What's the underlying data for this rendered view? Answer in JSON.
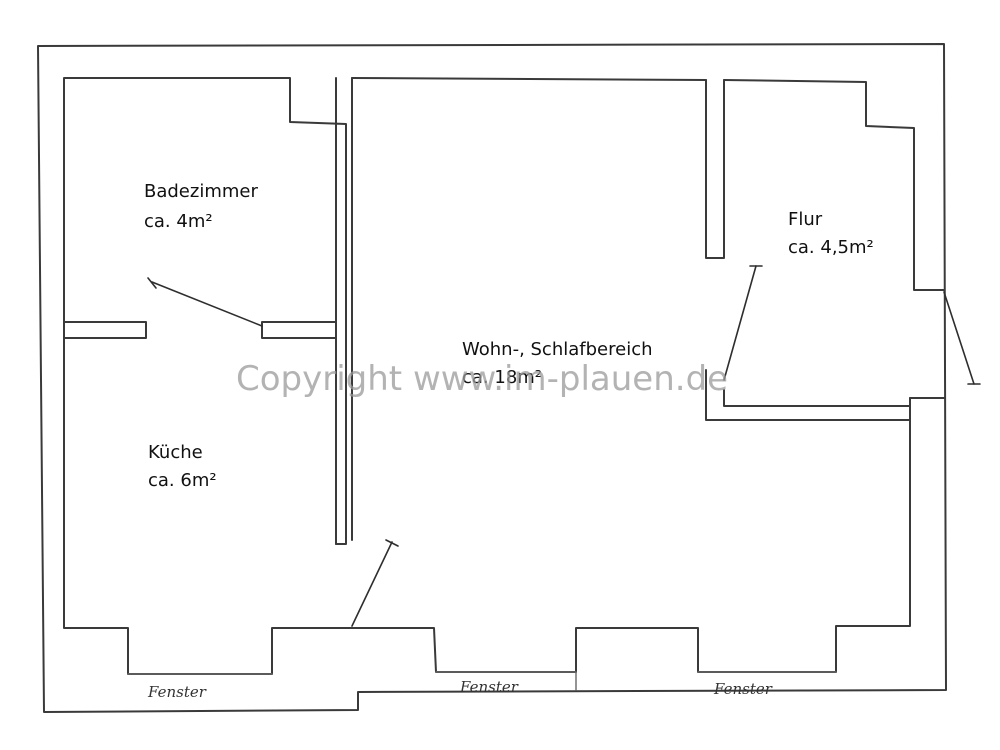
{
  "rooms": {
    "bathroom": {
      "name": "Badezimmer",
      "area": "ca. 4m²"
    },
    "kitchen": {
      "name": "Küche",
      "area": "ca. 6m²"
    },
    "hallway": {
      "name": "Flur",
      "area": "ca. 4,5m²"
    },
    "living": {
      "name": "Wohn-, Schlafbereich",
      "area": "ca. 18m²"
    }
  },
  "windows": {
    "window_1": "Fenster",
    "window_2": "Fenster",
    "window_3": "Fenster"
  },
  "watermark": "Copyright www.im-plauen.de"
}
